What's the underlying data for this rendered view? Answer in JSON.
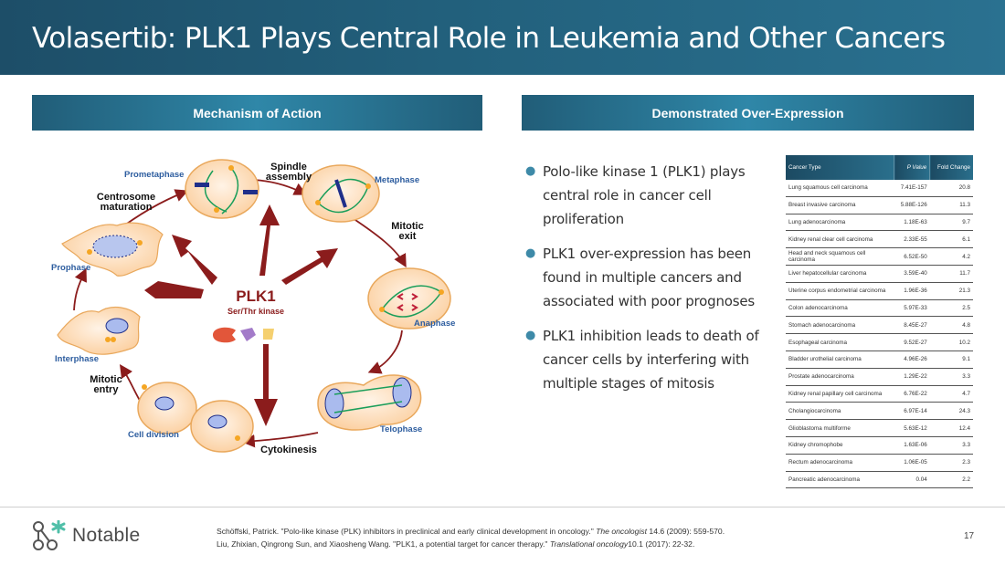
{
  "title": "Volasertib: PLK1 Plays Central Role in Leukemia and Other Cancers",
  "sections": {
    "left_header": "Mechanism of Action",
    "right_header": "Demonstrated Over-Expression"
  },
  "diagram": {
    "center_label": "PLK1",
    "center_sublabel": "Ser/Thr kinase",
    "phases": {
      "prometaphase": "Prometaphase",
      "metaphase": "Metaphase",
      "anaphase": "Anaphase",
      "telophase": "Telophase",
      "cell_division": "Cell division",
      "interphase": "Interphase",
      "prophase": "Prophase"
    },
    "processes": {
      "spindle_1": "Spindle",
      "spindle_2": "assembly",
      "mitotic_exit_1": "Mitotic",
      "mitotic_exit_2": "exit",
      "cytokinesis": "Cytokinesis",
      "mitotic_entry_1": "Mitotic",
      "mitotic_entry_2": "entry",
      "centrosome_1": "Centrosome",
      "centrosome_2": "maturation"
    },
    "colors": {
      "arrow": "#8b1c1c",
      "cell": "#fbd3a8",
      "cell_edge": "#e9a85c",
      "label_blue": "#2d5d9f"
    }
  },
  "bullets": [
    "Polo-like kinase 1 (PLK1) plays central role in cancer cell proliferation",
    "PLK1 over-expression has been found in multiple cancers and associated with poor prognoses",
    "PLK1 inhibition leads to death of cancer cells by interfering with multiple stages of mitosis"
  ],
  "table": {
    "headers": [
      "Cancer Type",
      "P Value",
      "Fold Change"
    ],
    "rows": [
      [
        "Lung squamous cell carcinoma",
        "7.41E-157",
        "20.8"
      ],
      [
        "Breast invasive carcinoma",
        "5.88E-126",
        "11.3"
      ],
      [
        "Lung adenocarcinoma",
        "1.18E-63",
        "9.7"
      ],
      [
        "Kidney renal clear cell carcinoma",
        "2.33E-55",
        "6.1"
      ],
      [
        "Head and neck squamous cell carcinoma",
        "6.52E-50",
        "4.2"
      ],
      [
        "Liver hepatocellular carcinoma",
        "3.59E-40",
        "11.7"
      ],
      [
        "Uterine corpus endometrial carcinoma",
        "1.96E-36",
        "21.3"
      ],
      [
        "Colon adenocarcinoma",
        "5.97E-33",
        "2.5"
      ],
      [
        "Stomach adenocarcinoma",
        "8.45E-27",
        "4.8"
      ],
      [
        "Esophageal carcinoma",
        "9.52E-27",
        "10.2"
      ],
      [
        "Bladder urothelial carcinoma",
        "4.96E-26",
        "9.1"
      ],
      [
        "Prostate adenocarcinoma",
        "1.29E-22",
        "3.3"
      ],
      [
        "Kidney renal papillary cell carcinoma",
        "6.76E-22",
        "4.7"
      ],
      [
        "Cholangiocarcinoma",
        "6.97E-14",
        "24.3"
      ],
      [
        "Glioblastoma multiforme",
        "5.63E-12",
        "12.4"
      ],
      [
        "Kidney chromophobe",
        "1.63E-06",
        "3.3"
      ],
      [
        "Rectum adenocarcinoma",
        "1.06E-05",
        "2.3"
      ],
      [
        "Pancreatic adenocarcinoma",
        "0.04",
        "2.2"
      ]
    ]
  },
  "footer": {
    "logo_text": "Notable",
    "logo_accent": "#4fbfa8",
    "ref1_pre": "Schöffski, Patrick. \"Polo-like kinase (PLK) inhibitors in preclinical and early clinical development in oncology.\" ",
    "ref1_journal": "The oncologist",
    "ref1_post": " 14.6 (2009): 559-570.",
    "ref2_pre": "Liu, Zhixian, Qingrong Sun, and Xiaosheng Wang. \"PLK1, a potential target for cancer therapy.\" ",
    "ref2_journal": "Translational oncology",
    "ref2_post": "10.1 (2017): 22-32.",
    "page_number": "17"
  },
  "theme": {
    "primary": "#1d4e68",
    "accent": "#2f87a8"
  }
}
